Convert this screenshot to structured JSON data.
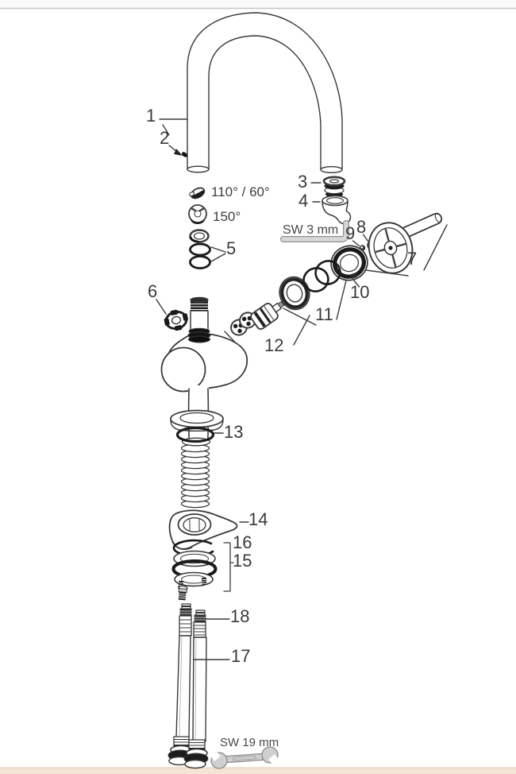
{
  "page": {
    "top_rule_color": "#c6c6c6",
    "footer_band_color": "#f3e4d3",
    "line_color": "#3a3a3a"
  },
  "diagram": {
    "name": "kitchen-faucet-exploded-parts-diagram",
    "callouts": [
      {
        "num": "1"
      },
      {
        "num": "2"
      },
      {
        "num": "3"
      },
      {
        "num": "4"
      },
      {
        "num": "5"
      },
      {
        "num": "6"
      },
      {
        "num": "7"
      },
      {
        "num": "8"
      },
      {
        "num": "9"
      },
      {
        "num": "10"
      },
      {
        "num": "11"
      },
      {
        "num": "12"
      },
      {
        "num": "13"
      },
      {
        "num": "14"
      },
      {
        "num": "15"
      },
      {
        "num": "16"
      },
      {
        "num": "17"
      },
      {
        "num": "18"
      }
    ],
    "specs": [
      {
        "text": "110° / 60°"
      },
      {
        "text": "150°"
      }
    ],
    "tools": [
      {
        "text": "SW 3 mm"
      },
      {
        "text": "SW 19 mm"
      }
    ]
  }
}
